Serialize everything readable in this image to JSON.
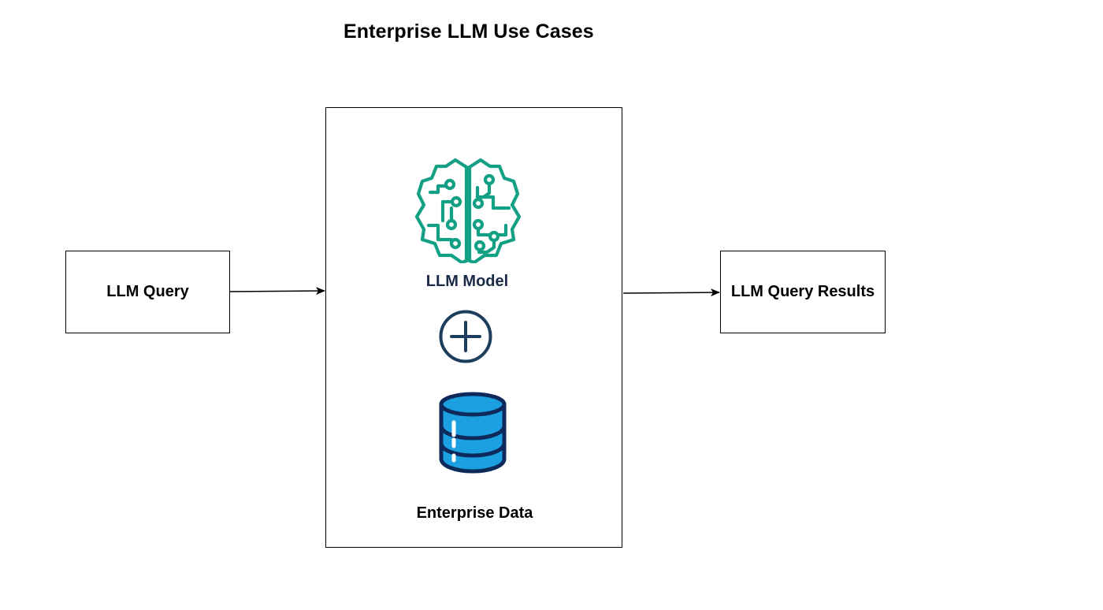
{
  "title": "Enterprise LLM Use Cases",
  "nodes": {
    "query": {
      "label": "LLM Query"
    },
    "results": {
      "label": "LLM Query Results"
    },
    "center": {
      "model_label": "LLM Model",
      "data_label": "Enterprise Data",
      "model_icon": "brain-circuit-icon",
      "join_icon": "plus-circle-icon",
      "data_icon": "database-icon"
    }
  },
  "edges": [
    {
      "from": "LLM Query",
      "to": "center"
    },
    {
      "from": "center",
      "to": "LLM Query Results"
    }
  ],
  "colors": {
    "brain": "#14a085",
    "plus": "#1d3d5c",
    "database_fill": "#1ba0e2",
    "database_outline": "#0d2a5a",
    "model_label": "#1b2a47",
    "border": "#000000"
  }
}
